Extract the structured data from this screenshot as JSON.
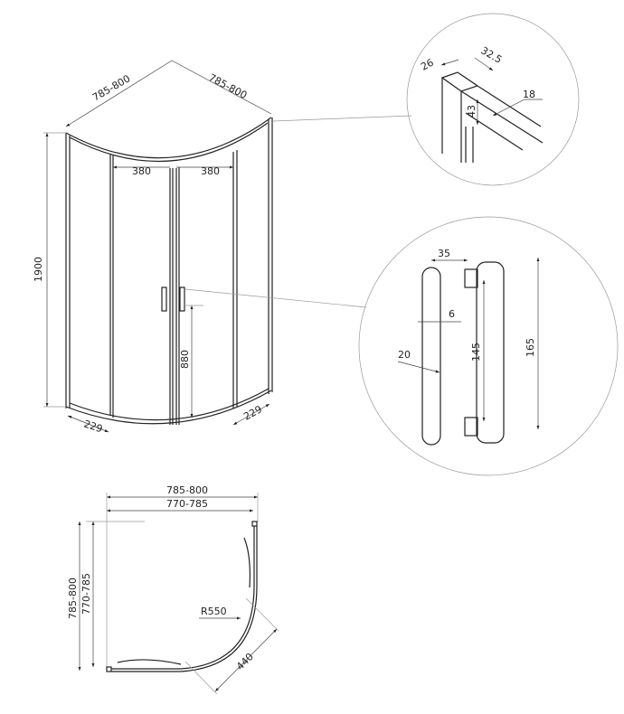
{
  "elevation": {
    "depth_left": "785-800",
    "depth_right": "785-800",
    "door_left": "380",
    "door_right": "380",
    "height": "1900",
    "handle_height": "880",
    "fixed_left": "229",
    "fixed_right": "229"
  },
  "profile_detail": {
    "width_a": "26",
    "width_b": "32.5",
    "thickness": "18",
    "height": "43"
  },
  "handle_detail": {
    "offset": "35",
    "rod": "6",
    "diameter": "20",
    "inner_length": "145",
    "total_length": "165"
  },
  "plan": {
    "outer_width": "785-800",
    "inner_width": "770-785",
    "outer_depth": "785-800",
    "inner_depth": "770-785",
    "radius": "R550",
    "entry": "440"
  }
}
